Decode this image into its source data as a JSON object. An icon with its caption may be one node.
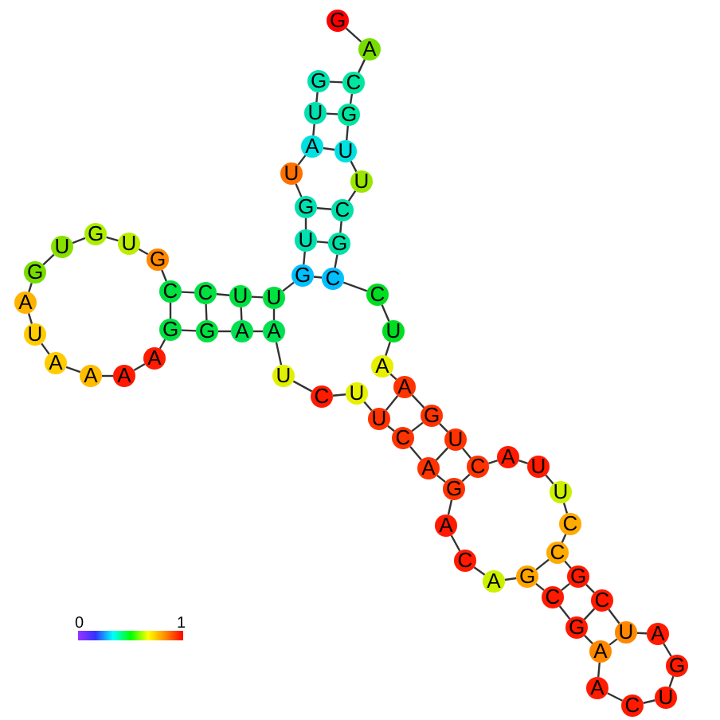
{
  "diagram": {
    "nodes": [
      {
        "text": [
          "G"
        ]
      },
      {
        "text": [
          "A"
        ]
      },
      {
        "text": [
          "C"
        ]
      },
      {
        "text": [
          "G"
        ]
      },
      {
        "text": [
          "U"
        ]
      },
      {
        "text": [
          "U"
        ]
      },
      {
        "text": [
          "C"
        ]
      },
      {
        "text": [
          "G"
        ]
      },
      {
        "text": [
          "C"
        ]
      },
      {
        "text": [
          "C"
        ]
      },
      {
        "text": [
          "U"
        ]
      },
      {
        "text": [
          "A"
        ]
      },
      {
        "text": [
          "A"
        ]
      },
      {
        "text": [
          "G"
        ]
      },
      {
        "text": [
          "U"
        ]
      },
      {
        "text": [
          "C"
        ]
      },
      {
        "text": [
          "A"
        ]
      },
      {
        "text": [
          "U"
        ]
      },
      {
        "text": [
          "U"
        ]
      },
      {
        "text": [
          "C"
        ]
      },
      {
        "text": [
          "C"
        ]
      },
      {
        "text": [
          "G"
        ]
      },
      {
        "text": [
          "C"
        ]
      },
      {
        "text": [
          "U"
        ]
      },
      {
        "text": [
          "A"
        ]
      },
      {
        "text": [
          "G"
        ]
      },
      {
        "text": [
          "U"
        ]
      },
      {
        "text": [
          "C"
        ]
      },
      {
        "text": [
          "A"
        ]
      },
      {
        "text": [
          "A"
        ]
      },
      {
        "text": [
          "G"
        ]
      },
      {
        "text": [
          "C"
        ]
      },
      {
        "text": [
          "G"
        ]
      },
      {
        "text": [
          "A"
        ]
      },
      {
        "text": [
          "C"
        ]
      },
      {
        "text": [
          "A"
        ]
      },
      {
        "text": [
          "G"
        ]
      },
      {
        "text": [
          "A"
        ]
      },
      {
        "text": [
          "C"
        ]
      },
      {
        "text": [
          "U"
        ]
      },
      {
        "text": [
          "U"
        ]
      },
      {
        "text": [
          "C"
        ]
      },
      {
        "text": [
          "U"
        ]
      },
      {
        "text": [
          "A"
        ]
      },
      {
        "text": [
          "A"
        ]
      },
      {
        "text": [
          "G"
        ]
      },
      {
        "text": [
          "G"
        ]
      },
      {
        "text": [
          "A"
        ]
      },
      {
        "text": [
          "A"
        ]
      },
      {
        "text": [
          "A"
        ]
      },
      {
        "text": [
          "A"
        ]
      },
      {
        "text": [
          "U"
        ]
      },
      {
        "text": [
          "A"
        ]
      },
      {
        "text": [
          "G"
        ]
      },
      {
        "text": [
          "U"
        ]
      },
      {
        "text": [
          "G"
        ]
      },
      {
        "text": [
          "U"
        ]
      },
      {
        "text": [
          "G"
        ]
      },
      {
        "text": [
          "C"
        ]
      },
      {
        "text": [
          "C"
        ]
      },
      {
        "text": [
          "U"
        ]
      },
      {
        "text": [
          "U"
        ]
      },
      {
        "text": [
          "G"
        ]
      },
      {
        "text": [
          "U"
        ]
      },
      {
        "text": [
          "G"
        ]
      },
      {
        "text": [
          "U"
        ]
      },
      {
        "text": [
          "A"
        ]
      },
      {
        "text": [
          "U"
        ]
      },
      {
        "text": [
          "G"
        ]
      }
    ],
    "edges": [
      {
        "from": 0,
        "to": 1,
        "arrow": "none"
      },
      {
        "from": 1,
        "to": 2,
        "arrow": "none"
      },
      {
        "from": 2,
        "to": 3,
        "arrow": "none"
      },
      {
        "from": 3,
        "to": 4,
        "arrow": "none"
      },
      {
        "from": 4,
        "to": 5,
        "arrow": "none"
      },
      {
        "from": 5,
        "to": 6,
        "arrow": "none"
      },
      {
        "from": 6,
        "to": 7,
        "arrow": "none"
      },
      {
        "from": 7,
        "to": 8,
        "arrow": "none"
      },
      {
        "from": 8,
        "to": 9,
        "arrow": "none"
      },
      {
        "from": 9,
        "to": 10,
        "arrow": "none"
      },
      {
        "from": 10,
        "to": 11,
        "arrow": "none"
      },
      {
        "from": 11,
        "to": 12,
        "arrow": "none"
      },
      {
        "from": 12,
        "to": 13,
        "arrow": "none"
      },
      {
        "from": 13,
        "to": 14,
        "arrow": "none"
      },
      {
        "from": 14,
        "to": 15,
        "arrow": "none"
      },
      {
        "from": 15,
        "to": 16,
        "arrow": "none"
      },
      {
        "from": 16,
        "to": 17,
        "arrow": "none"
      },
      {
        "from": 17,
        "to": 18,
        "arrow": "none"
      },
      {
        "from": 18,
        "to": 19,
        "arrow": "none"
      },
      {
        "from": 19,
        "to": 20,
        "arrow": "none"
      },
      {
        "from": 20,
        "to": 21,
        "arrow": "none"
      },
      {
        "from": 21,
        "to": 22,
        "arrow": "none"
      },
      {
        "from": 22,
        "to": 23,
        "arrow": "none"
      },
      {
        "from": 23,
        "to": 24,
        "arrow": "none"
      },
      {
        "from": 24,
        "to": 25,
        "arrow": "none"
      },
      {
        "from": 25,
        "to": 26,
        "arrow": "none"
      },
      {
        "from": 26,
        "to": 27,
        "arrow": "none"
      },
      {
        "from": 27,
        "to": 28,
        "arrow": "none"
      },
      {
        "from": 28,
        "to": 29,
        "arrow": "none"
      },
      {
        "from": 29,
        "to": 30,
        "arrow": "none"
      },
      {
        "from": 30,
        "to": 31,
        "arrow": "none"
      },
      {
        "from": 31,
        "to": 32,
        "arrow": "none"
      },
      {
        "from": 32,
        "to": 33,
        "arrow": "none"
      },
      {
        "from": 33,
        "to": 34,
        "arrow": "none"
      },
      {
        "from": 34,
        "to": 35,
        "arrow": "none"
      },
      {
        "from": 35,
        "to": 36,
        "arrow": "none"
      },
      {
        "from": 36,
        "to": 37,
        "arrow": "none"
      },
      {
        "from": 37,
        "to": 38,
        "arrow": "none"
      },
      {
        "from": 38,
        "to": 39,
        "arrow": "none"
      },
      {
        "from": 39,
        "to": 40,
        "arrow": "none"
      },
      {
        "from": 40,
        "to": 41,
        "arrow": "none"
      },
      {
        "from": 41,
        "to": 42,
        "arrow": "none"
      },
      {
        "from": 42,
        "to": 43,
        "arrow": "none"
      },
      {
        "from": 43,
        "to": 44,
        "arrow": "none"
      },
      {
        "from": 44,
        "to": 45,
        "arrow": "none"
      },
      {
        "from": 45,
        "to": 46,
        "arrow": "none"
      },
      {
        "from": 46,
        "to": 47,
        "arrow": "none"
      },
      {
        "from": 47,
        "to": 48,
        "arrow": "none"
      },
      {
        "from": 48,
        "to": 49,
        "arrow": "none"
      },
      {
        "from": 49,
        "to": 50,
        "arrow": "none"
      },
      {
        "from": 50,
        "to": 51,
        "arrow": "none"
      },
      {
        "from": 51,
        "to": 52,
        "arrow": "none"
      },
      {
        "from": 52,
        "to": 53,
        "arrow": "none"
      },
      {
        "from": 53,
        "to": 54,
        "arrow": "none"
      },
      {
        "from": 54,
        "to": 55,
        "arrow": "none"
      },
      {
        "from": 55,
        "to": 56,
        "arrow": "none"
      },
      {
        "from": 56,
        "to": 57,
        "arrow": "none"
      },
      {
        "from": 57,
        "to": 58,
        "arrow": "none"
      },
      {
        "from": 58,
        "to": 59,
        "arrow": "none"
      },
      {
        "from": 59,
        "to": 60,
        "arrow": "none"
      },
      {
        "from": 60,
        "to": 61,
        "arrow": "none"
      },
      {
        "from": 61,
        "to": 62,
        "arrow": "none"
      },
      {
        "from": 62,
        "to": 63,
        "arrow": "none"
      },
      {
        "from": 63,
        "to": 64,
        "arrow": "none"
      },
      {
        "from": 64,
        "to": 65,
        "arrow": "none"
      },
      {
        "from": 65,
        "to": 66,
        "arrow": "none"
      },
      {
        "from": 66,
        "to": 67,
        "arrow": "none"
      },
      {
        "from": 67,
        "to": 68,
        "arrow": "none"
      },
      {
        "from": 2,
        "to": 68,
        "arrow": "none"
      },
      {
        "from": 3,
        "to": 67,
        "arrow": "none"
      },
      {
        "from": 4,
        "to": 66,
        "arrow": "none"
      },
      {
        "from": 6,
        "to": 64,
        "arrow": "none"
      },
      {
        "from": 7,
        "to": 63,
        "arrow": "none"
      },
      {
        "from": 8,
        "to": 62,
        "arrow": "none"
      },
      {
        "from": 12,
        "to": 39,
        "arrow": "none"
      },
      {
        "from": 13,
        "to": 38,
        "arrow": "none"
      },
      {
        "from": 14,
        "to": 37,
        "arrow": "none"
      },
      {
        "from": 15,
        "to": 36,
        "arrow": "none"
      },
      {
        "from": 20,
        "to": 32,
        "arrow": "none"
      },
      {
        "from": 21,
        "to": 31,
        "arrow": "none"
      },
      {
        "from": 22,
        "to": 30,
        "arrow": "none"
      },
      {
        "from": 23,
        "to": 29,
        "arrow": "none"
      },
      {
        "from": 58,
        "to": 46,
        "arrow": "none"
      },
      {
        "from": 59,
        "to": 45,
        "arrow": "none"
      },
      {
        "from": 60,
        "to": 44,
        "arrow": "none"
      },
      {
        "from": 61,
        "to": 43,
        "arrow": "none"
      }
    ],
    "labels": [
      "0",
      "1"
    ]
  }
}
